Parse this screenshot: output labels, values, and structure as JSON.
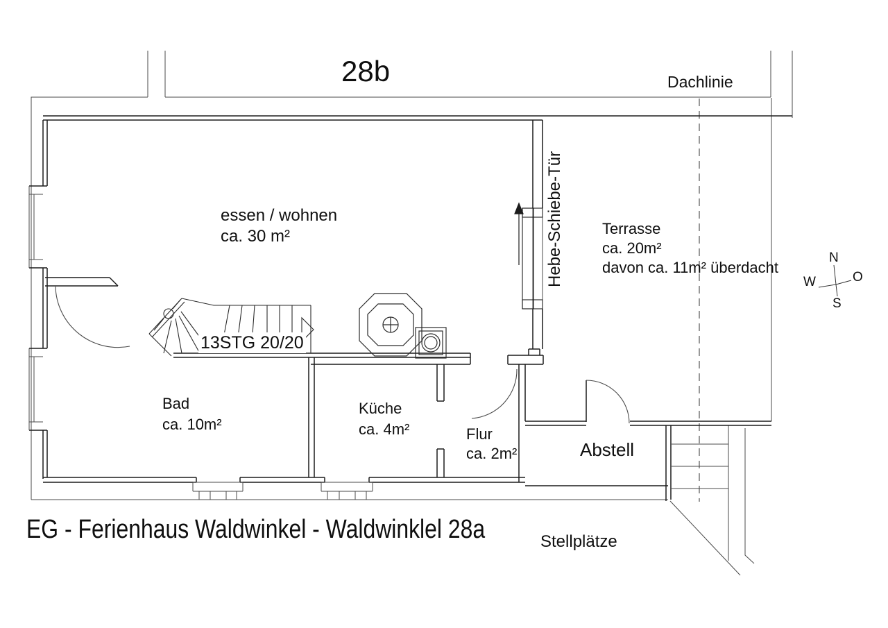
{
  "plan": {
    "neighbor_label": "28b",
    "roof_line_label": "Dachlinie",
    "sliding_door_label": "Hebe-Schiebe-Tür",
    "stairs_label": "13STG 20/20",
    "parking_label": "Stellplätze",
    "bottom_title": "EG - Ferienhaus Waldwinkel - Waldwinklel 28a"
  },
  "rooms": {
    "living": {
      "name": "essen / wohnen",
      "area": "ca. 30 m²"
    },
    "terrace": {
      "name": "Terrasse",
      "area": "ca. 20m²",
      "note": "davon ca. 11m² überdacht"
    },
    "bath": {
      "name": "Bad",
      "area": "ca. 10m²"
    },
    "kitchen": {
      "name": "Küche",
      "area": "ca. 4m²"
    },
    "hall": {
      "name": "Flur",
      "area": "ca. 2m²"
    },
    "storage": {
      "name": "Abstell"
    }
  },
  "compass": {
    "north": "N",
    "west": "W",
    "east": "O",
    "south": "S"
  },
  "colors": {
    "background": "#ffffff",
    "thin_line": "#4a4a4a",
    "wall_line": "#1c1c1c",
    "text": "#0f0f0f"
  }
}
